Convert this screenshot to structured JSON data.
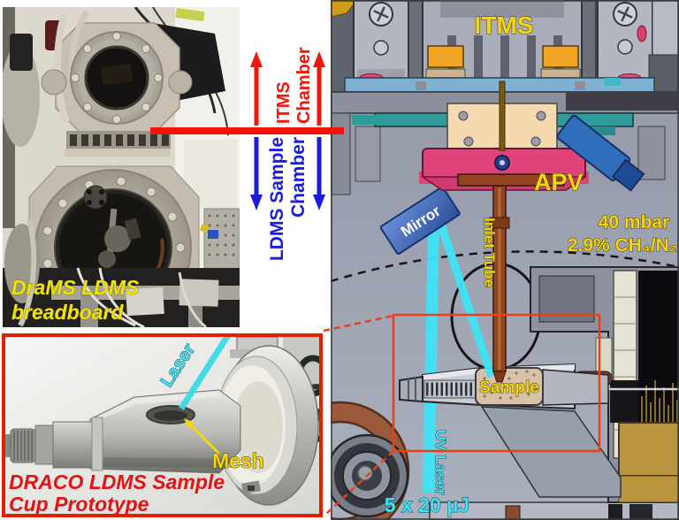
{
  "left_photo": {
    "caption": {
      "line1": "DraMS LDMS",
      "line2": "breadboard"
    }
  },
  "chamber_labels": {
    "itms": {
      "line1": "ITMS",
      "line2": "Chamber",
      "color": "#f2150a"
    },
    "ldms": {
      "line1": "LDMS Sample",
      "line2": "Chamber",
      "color": "#1b1be0"
    }
  },
  "cad": {
    "itms": "ITMS",
    "apv": "APV",
    "mirror": "Mirror",
    "inlet_tube": "Inlet Tube",
    "pressure": "40 mbar",
    "gas_mix": "2.9% CH₄/N₂",
    "sample": "Sample",
    "uv_laser": "UV Laser",
    "pulse_energy": "5 x 20 µJ"
  },
  "inset": {
    "laser": "Laser",
    "mesh": "Mesh",
    "caption": {
      "line1": "DRACO LDMS Sample",
      "line2": "Cup Prototype"
    }
  },
  "colors": {
    "label_gold": "#f2d513",
    "label_cyan": "#3ee3f5",
    "divider_red": "#f2150a",
    "zoom_box_red": "#e8401a",
    "apv_pink": "#df4379",
    "mirror_blue": "#3a6bc4",
    "cad_background": "#a0a6b4"
  }
}
